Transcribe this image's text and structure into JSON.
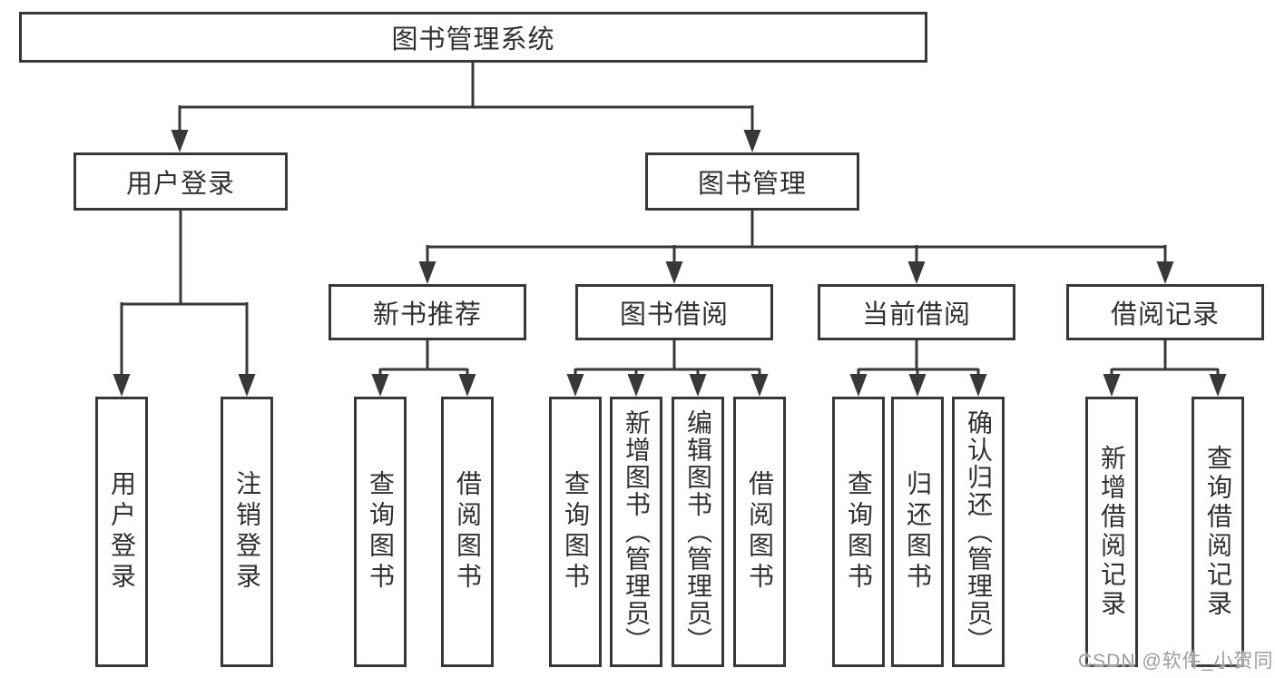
{
  "tree": {
    "root": {
      "label": "图书管理系统"
    },
    "children": [
      {
        "label": "用户登录",
        "children": [
          {
            "label": "用户登录"
          },
          {
            "label": "注销登录"
          }
        ]
      },
      {
        "label": "图书管理",
        "children": [
          {
            "label": "新书推荐",
            "children": [
              {
                "label": "查询图书"
              },
              {
                "label": "借阅图书"
              }
            ]
          },
          {
            "label": "图书借阅",
            "children": [
              {
                "label": "查询图书"
              },
              {
                "label": "新增图书（管理员）"
              },
              {
                "label": "编辑图书（管理员）"
              },
              {
                "label": "借阅图书"
              }
            ]
          },
          {
            "label": "当前借阅",
            "children": [
              {
                "label": "查询图书"
              },
              {
                "label": "归还图书"
              },
              {
                "label": "确认归还（管理员）"
              }
            ]
          },
          {
            "label": "借阅记录",
            "children": [
              {
                "label": "新增借阅记录"
              },
              {
                "label": "查询借阅记录"
              }
            ]
          }
        ]
      }
    ]
  },
  "watermark": {
    "text": "CSDN @软件_小贺同学"
  },
  "colors": {
    "line": "#383838",
    "box_border": "#383838",
    "text": "#303030",
    "watermark": "#9c9c9c",
    "background": "#ffffff"
  }
}
